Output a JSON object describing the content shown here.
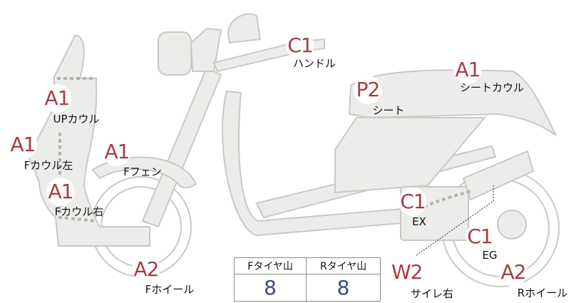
{
  "grades": [
    {
      "id": "handle",
      "grade": "C1",
      "label": "ハンドル"
    },
    {
      "id": "seat-cowl",
      "grade": "A1",
      "label": "シートカウル"
    },
    {
      "id": "seat",
      "grade": "P2",
      "label": "シート"
    },
    {
      "id": "up-cowl",
      "grade": "A1",
      "label": "UPカウル"
    },
    {
      "id": "f-cowl-left",
      "grade": "A1",
      "label": "Fカウル左"
    },
    {
      "id": "f-fender",
      "grade": "A1",
      "label": "Fフェン"
    },
    {
      "id": "f-cowl-right",
      "grade": "A1",
      "label": "Fカウル右"
    },
    {
      "id": "ex",
      "grade": "C1",
      "label": "EX"
    },
    {
      "id": "eg",
      "grade": "C1",
      "label": "EG"
    },
    {
      "id": "f-wheel",
      "grade": "A2",
      "label": "Fホイール"
    },
    {
      "id": "muffler-right",
      "grade": "W2",
      "label": "サイレ右"
    },
    {
      "id": "r-wheel",
      "grade": "A2",
      "label": "Rホイール"
    }
  ],
  "tire_table": {
    "headers": [
      "Fタイヤ山",
      "Rタイヤ山"
    ],
    "values": [
      "8",
      "8"
    ]
  }
}
